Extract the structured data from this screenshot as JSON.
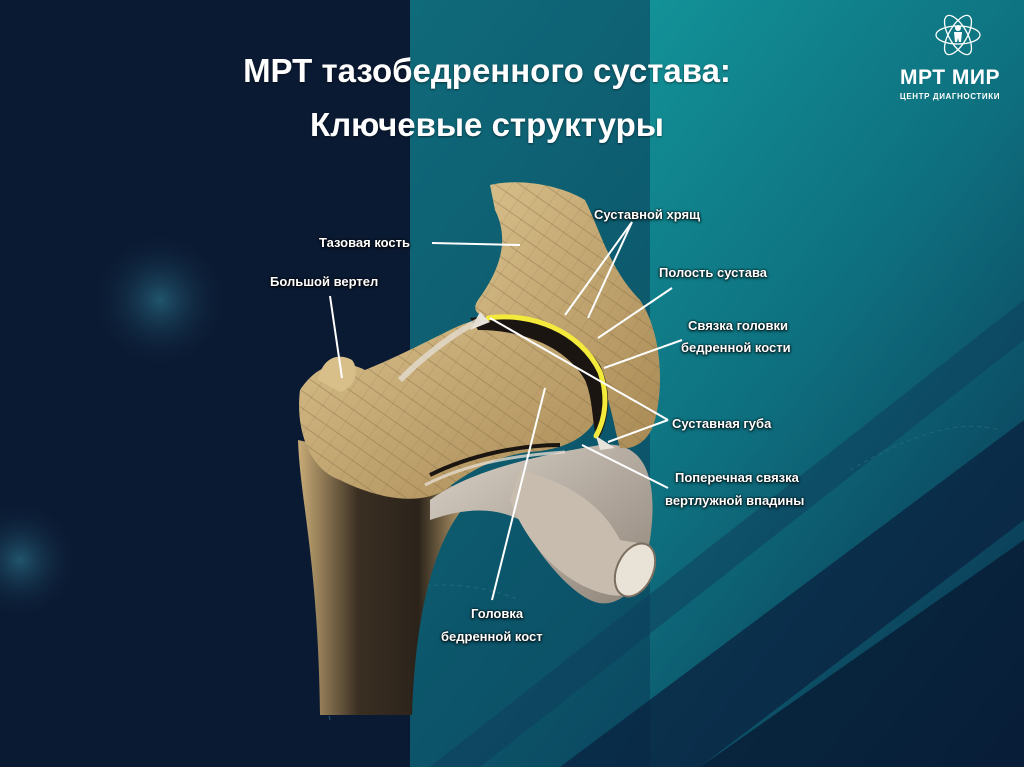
{
  "title": {
    "line1": "МРТ тазобедренного сустава:",
    "line2": "Ключевые структуры"
  },
  "logo": {
    "name": "МРТ МИР",
    "subtitle": "ЦЕНТР ДИАГНОСТИКИ",
    "icon": "atom-person-icon"
  },
  "labels": {
    "pelvis": "Тазовая кость",
    "greater_trochanter": "Большой вертел",
    "articular_cartilage": "Суставной хрящ",
    "joint_cavity": "Полость сустава",
    "ligament_head_1": "Связка головки",
    "ligament_head_2": "бедренной кости",
    "labrum": "Суставная губа",
    "transverse_ligament_1": "Поперечная связка",
    "transverse_ligament_2": "вертлужной впадины",
    "femoral_head_1": "Головка",
    "femoral_head_2": "бедренной кост"
  },
  "colors": {
    "background_dark": "#0b1a33",
    "background_teal": "#12999c",
    "bone": "#c9ac77",
    "cartilage": "#f4ea3c",
    "text": "#ffffff"
  }
}
